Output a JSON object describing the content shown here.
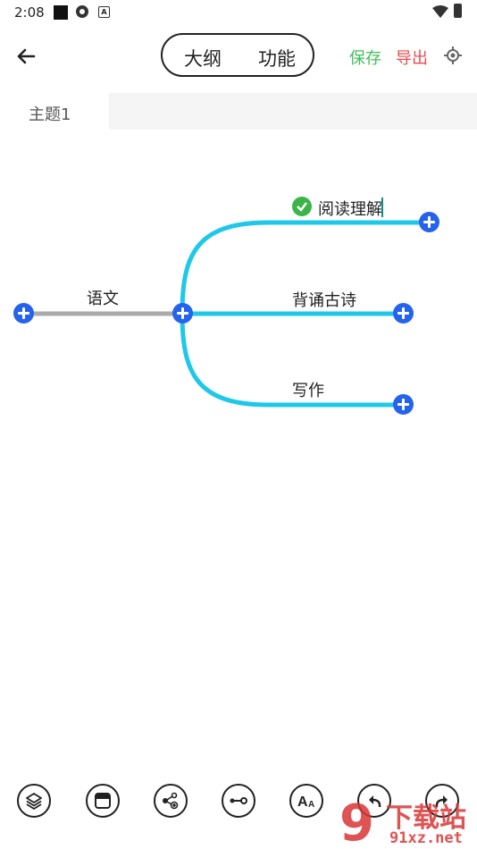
{
  "status": {
    "time": "2:08"
  },
  "topbar": {
    "tab_outline": "大纲",
    "tab_function": "功能",
    "save": "保存",
    "export": "导出"
  },
  "topic_tab": {
    "label": "主题1"
  },
  "mindmap": {
    "root": "语文",
    "children": [
      "阅读理解",
      "背诵古诗",
      "写作"
    ]
  },
  "colors": {
    "branch": "#1fc8e8",
    "root_line": "#aaaaaa",
    "plus": "#2563eb",
    "save": "#3fbf5a",
    "export": "#ec4a4a"
  },
  "watermark": {
    "big": "下载站",
    "small": "91xz.net"
  }
}
